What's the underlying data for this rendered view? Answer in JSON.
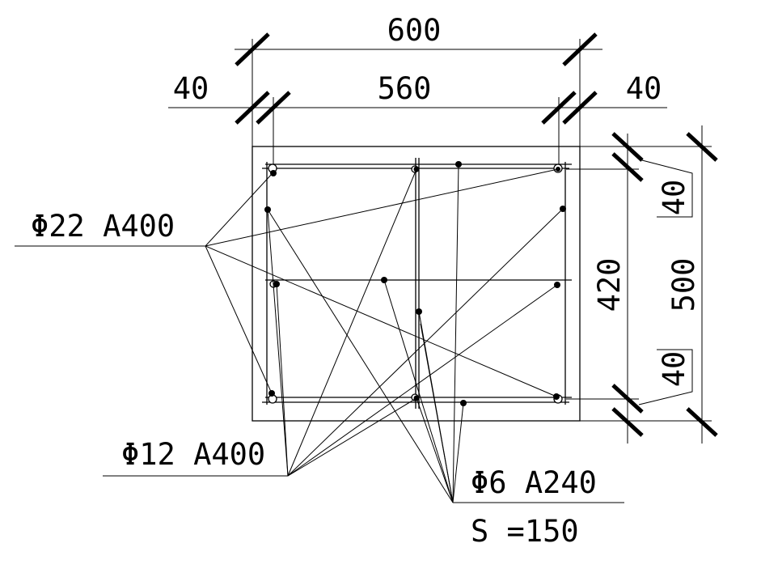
{
  "dimensions": {
    "total_width": "600",
    "left_cover": "40",
    "inner_width": "560",
    "right_cover": "40",
    "top_cover": "40",
    "inner_height": "420",
    "total_height": "500",
    "bottom_cover": "40"
  },
  "labels": {
    "main_bars": "Φ22 A400",
    "side_bars": "Φ12 A400",
    "stirrups": "Φ6 A240",
    "spacing": "S =150"
  }
}
